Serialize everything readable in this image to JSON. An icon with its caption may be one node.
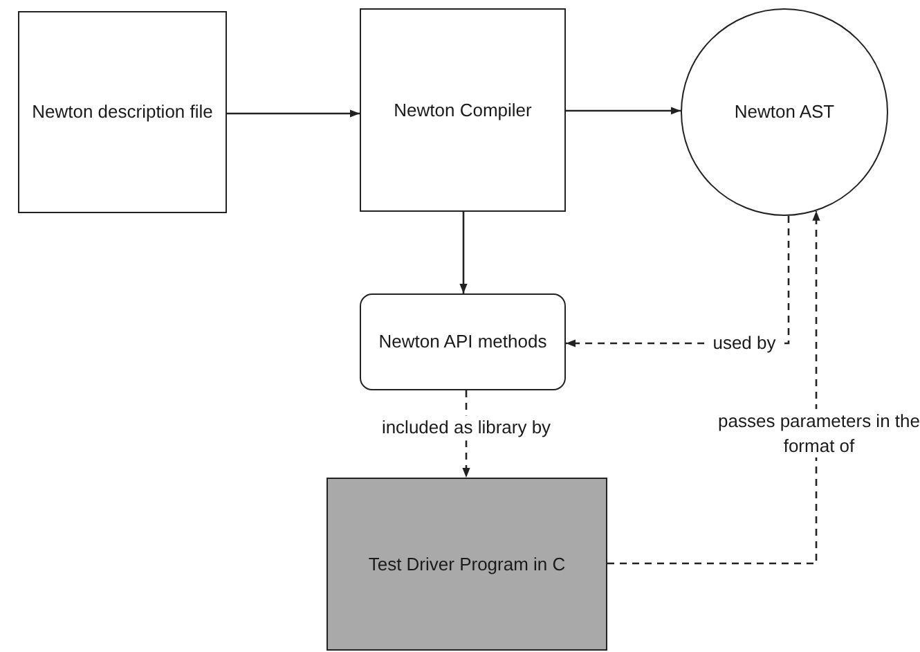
{
  "diagram": {
    "nodes": [
      {
        "text": [
          "Newton description file"
        ]
      },
      {
        "text": [
          "Newton Compiler"
        ]
      },
      {
        "text": [
          "Newton AST"
        ]
      },
      {
        "text": [
          "Newton API methods"
        ]
      },
      {
        "text": [
          "Test Driver Program in C"
        ]
      }
    ],
    "edges": [
      {
        "from": 0,
        "to": 1,
        "arrow": "to"
      },
      {
        "from": 1,
        "to": 2,
        "arrow": "to"
      },
      {
        "from": 1,
        "to": 3,
        "arrow": "to"
      },
      {
        "from": 2,
        "to": 3,
        "arrow": "to",
        "label": "used by",
        "style": "dashed"
      },
      {
        "from": 3,
        "to": 4,
        "arrow": "to",
        "label": "included as library by",
        "style": "dashed"
      },
      {
        "from": 4,
        "to": 2,
        "arrow": "to",
        "label": "passes parameters in the format of",
        "style": "dashed"
      }
    ]
  }
}
